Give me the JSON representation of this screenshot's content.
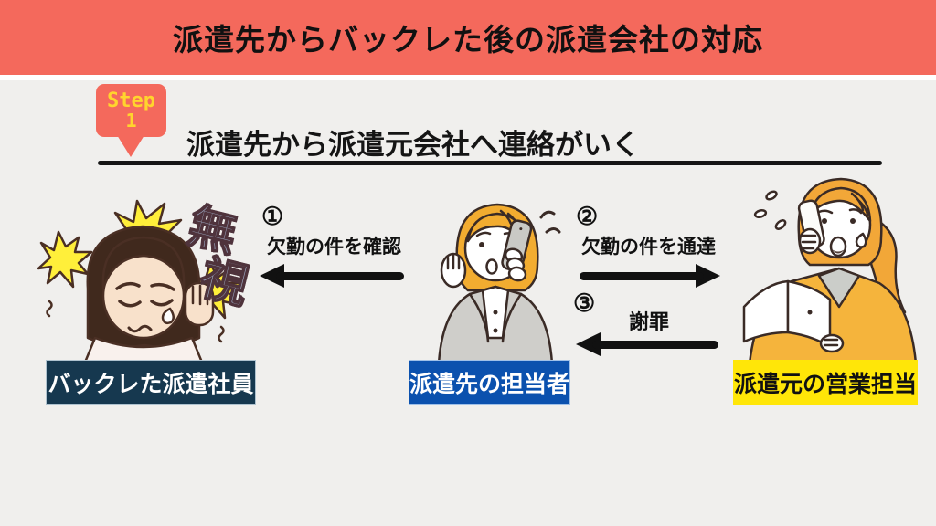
{
  "banner": {
    "title": "派遣先からバックレた後の派遣会社の対応"
  },
  "step": {
    "line1": "Step",
    "line2": "1"
  },
  "section": {
    "heading": "派遣先から派遣元会社へ連絡がいく"
  },
  "flows": [
    {
      "number": "①",
      "label": "欠勤の件を確認",
      "direction": "left"
    },
    {
      "number": "②",
      "label": "欠勤の件を通達",
      "direction": "right"
    },
    {
      "number": "③",
      "label": "謝罪",
      "direction": "left"
    }
  ],
  "actors": [
    {
      "name": "バックレた派遣社員",
      "annotation": "無視",
      "annotation_chars": [
        "無",
        "視"
      ],
      "label_bg": "#16384F",
      "label_color": "#FFFFFF"
    },
    {
      "name": "派遣先の担当者",
      "label_bg": "#0B51AE",
      "label_color": "#FFFFFF"
    },
    {
      "name": "派遣元の営業担当",
      "label_bg": "#FFE608",
      "label_color": "#111111"
    }
  ],
  "colors": {
    "banner_bg": "#F4695C",
    "panel_bg": "#F0EFED",
    "step_badge_bg": "#F4695C",
    "step_text": "#FFD42D",
    "arrow": "#111111",
    "burst_yellow": "#FFEF3A",
    "ignore_text": "#9BA6BE"
  }
}
